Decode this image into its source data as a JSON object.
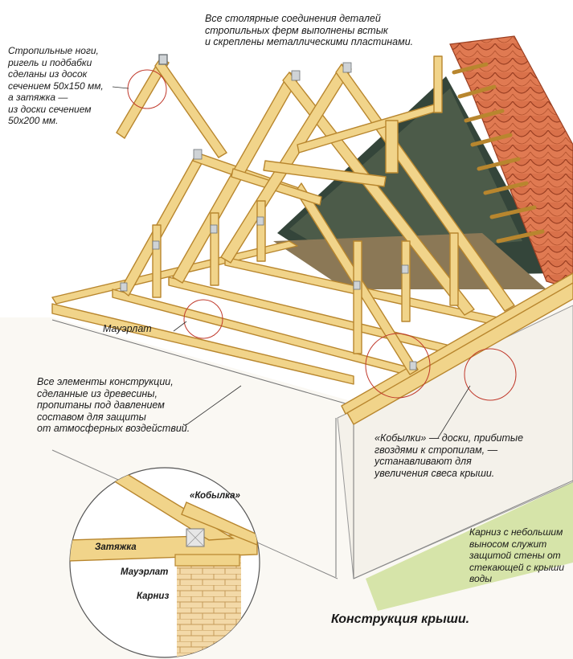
{
  "top_note": [
    "Все столярные соединения деталей",
    "стропильных ферм выполнены встык",
    "и скреплены металлическими пластинами."
  ],
  "left_note": [
    "Стропильные ноги,",
    "ригель и подбабки",
    "сделаны из досок",
    "сечением 50x150 мм,",
    "а затяжка —",
    "из доски сечением",
    "50x200 мм."
  ],
  "mauerlat_label": "Мауэрлат",
  "wood_note": [
    "Все элементы конструкции,",
    "сделанные из древесины,",
    "пропитаны под давлением",
    "составом для защиты",
    "от атмосферных воздействий."
  ],
  "kobylki_note": [
    "«Кобылки» — доски, прибитые",
    "гвоздями к стропилам, —",
    "устанавливают для",
    "увеличения свеса крыши."
  ],
  "cornice_note": [
    "Карниз с небольшим",
    "выносом служит",
    "защитой стены от",
    "стекающей с крыши",
    "воды"
  ],
  "detail": {
    "kobylka": "«Кобылка»",
    "zatyazhka": "Затяжка",
    "mauerlat": "Мауэрлат",
    "karniz": "Карниз"
  },
  "caption": "Конструкция крыши.",
  "colors": {
    "wood": "#f1d48a",
    "wood_edge": "#b8862e",
    "tile": "#d9714a",
    "tile_edge": "#9a3f22",
    "attic": "#3b4a3e",
    "wall": "#f7f4ee",
    "grass": "#c6dc8e",
    "brick": "#f3d9a8"
  }
}
